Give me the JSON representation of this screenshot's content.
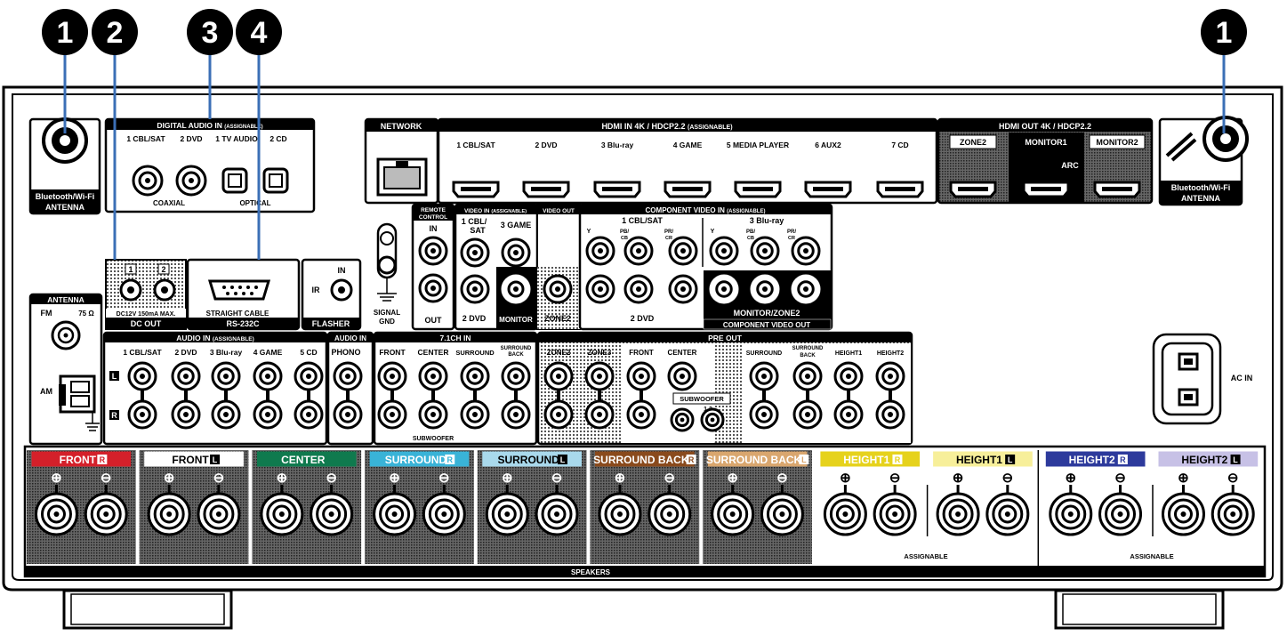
{
  "callouts": [
    {
      "num": "1"
    },
    {
      "num": "2"
    },
    {
      "num": "3"
    },
    {
      "num": "4"
    },
    {
      "num": "1"
    }
  ],
  "antenna_bt_left": {
    "line1": "Bluetooth/Wi-Fi",
    "line2": "ANTENNA"
  },
  "antenna_bt_right": {
    "line1": "Bluetooth/Wi-Fi",
    "line2": "ANTENNA"
  },
  "digital_audio": {
    "title": "DIGITAL AUDIO IN",
    "title_small": "(ASSIGNABLE)",
    "labels": [
      "1 CBL/SAT",
      "2 DVD",
      "1 TV AUDIO",
      "2 CD"
    ],
    "coaxial": "COAXIAL",
    "optical": "OPTICAL"
  },
  "network": {
    "title": "NETWORK"
  },
  "hdmi_in": {
    "title": "HDMI IN   4K / HDCP2.2",
    "title_small": "(ASSIGNABLE)",
    "labels": [
      "1 CBL/SAT",
      "2 DVD",
      "3 Blu-ray",
      "4 GAME",
      "5 MEDIA PLAYER",
      "6 AUX2",
      "7 CD"
    ]
  },
  "hdmi_out": {
    "title": "HDMI OUT   4K / HDCP2.2",
    "labels": [
      "ZONE2",
      "MONITOR1",
      "MONITOR2"
    ],
    "arc": "ARC"
  },
  "dc_out": {
    "nums": [
      "1",
      "2"
    ],
    "spec": "DC12V 150mA MAX.",
    "title": "DC OUT"
  },
  "rs232c": {
    "sub": "STRAIGHT CABLE",
    "title": "RS-232C"
  },
  "flasher": {
    "in": "IN",
    "ir": "IR",
    "title": "FLASHER"
  },
  "signal_gnd": {
    "line1": "SIGNAL",
    "line2": "GND"
  },
  "remote_control": {
    "line1": "REMOTE",
    "line2": "CONTROL",
    "in": "IN",
    "out": "OUT"
  },
  "video_in": {
    "title": "VIDEO IN",
    "title_small": "(ASSIGNABLE)",
    "cbl1": "1  CBL/",
    "cbl2": "SAT",
    "game": "3 GAME",
    "dvd": "2 DVD"
  },
  "video_out": {
    "title": "VIDEO OUT",
    "monitor": "MONITOR",
    "zone2": "ZONE2"
  },
  "component_in": {
    "title": "COMPONENT VIDEO IN",
    "title_small": "(ASSIGNABLE)",
    "group1": "1 CBL/SAT",
    "group2": "3 Blu-ray",
    "dvd": "2 DVD",
    "ch_y": "Y",
    "ch_pb1": "PB/",
    "ch_pb2": "CB",
    "ch_pr1": "PR/",
    "ch_pr2": "CR"
  },
  "component_out": {
    "monitor": "MONITOR/ZONE2",
    "title": "COMPONENT VIDEO OUT"
  },
  "fm_antenna": {
    "title": "ANTENNA",
    "fm": "FM",
    "ohm": "75 Ω",
    "am": "AM"
  },
  "audio_in": {
    "title": "AUDIO IN",
    "title_small": "(ASSIGNABLE)",
    "labels": [
      "1 CBL/SAT",
      "2 DVD",
      "3 Blu-ray",
      "4 GAME",
      "5 CD"
    ],
    "l": "L",
    "r": "R"
  },
  "audio_in_phono": {
    "title": "AUDIO IN",
    "label": "PHONO"
  },
  "ch71_in": {
    "title": "7.1CH IN",
    "labels": [
      "FRONT",
      "CENTER",
      "SURROUND"
    ],
    "sb1": "SURROUND",
    "sb2": "BACK",
    "subwoofer": "SUBWOOFER"
  },
  "pre_out": {
    "title": "PRE OUT",
    "labels": [
      "ZONE2",
      "ZONE3",
      "FRONT",
      "CENTER",
      "SURROUND",
      "HEIGHT1",
      "HEIGHT2"
    ],
    "sb1": "SURROUND",
    "sb2": "BACK",
    "subwoofer": "SUBWOOFER",
    "sub_nums": "1  2"
  },
  "ac_in": {
    "label": "AC IN"
  },
  "speakers": {
    "title": "SPEAKERS",
    "assignable": "ASSIGNABLE",
    "plus": "⊕",
    "minus": "⊖",
    "channels": [
      {
        "label": "FRONT",
        "side": "R",
        "color": "#d4202a",
        "text": "#ffffff"
      },
      {
        "label": "FRONT",
        "side": "L",
        "color": "#ffffff",
        "text": "#000000"
      },
      {
        "label": "CENTER",
        "side": "",
        "color": "#0f7a4e",
        "text": "#ffffff"
      },
      {
        "label": "SURROUND",
        "side": "R",
        "color": "#39b3d7",
        "text": "#ffffff"
      },
      {
        "label": "SURROUND",
        "side": "L",
        "color": "#a9d9ec",
        "text": "#000000"
      },
      {
        "label": "SURROUND BACK",
        "side": "R",
        "color": "#8a4a1c",
        "text": "#ffffff"
      },
      {
        "label": "SURROUND BACK",
        "side": "L",
        "color": "#d9a66e",
        "text": "#ffffff"
      },
      {
        "label": "HEIGHT1",
        "side": "R",
        "color": "#e6d21c",
        "text": "#ffffff"
      },
      {
        "label": "HEIGHT1",
        "side": "L",
        "color": "#f7ef9a",
        "text": "#000000"
      },
      {
        "label": "HEIGHT2",
        "side": "R",
        "color": "#2d3a9c",
        "text": "#ffffff"
      },
      {
        "label": "HEIGHT2",
        "side": "L",
        "color": "#c7c1e6",
        "text": "#000000"
      }
    ]
  }
}
